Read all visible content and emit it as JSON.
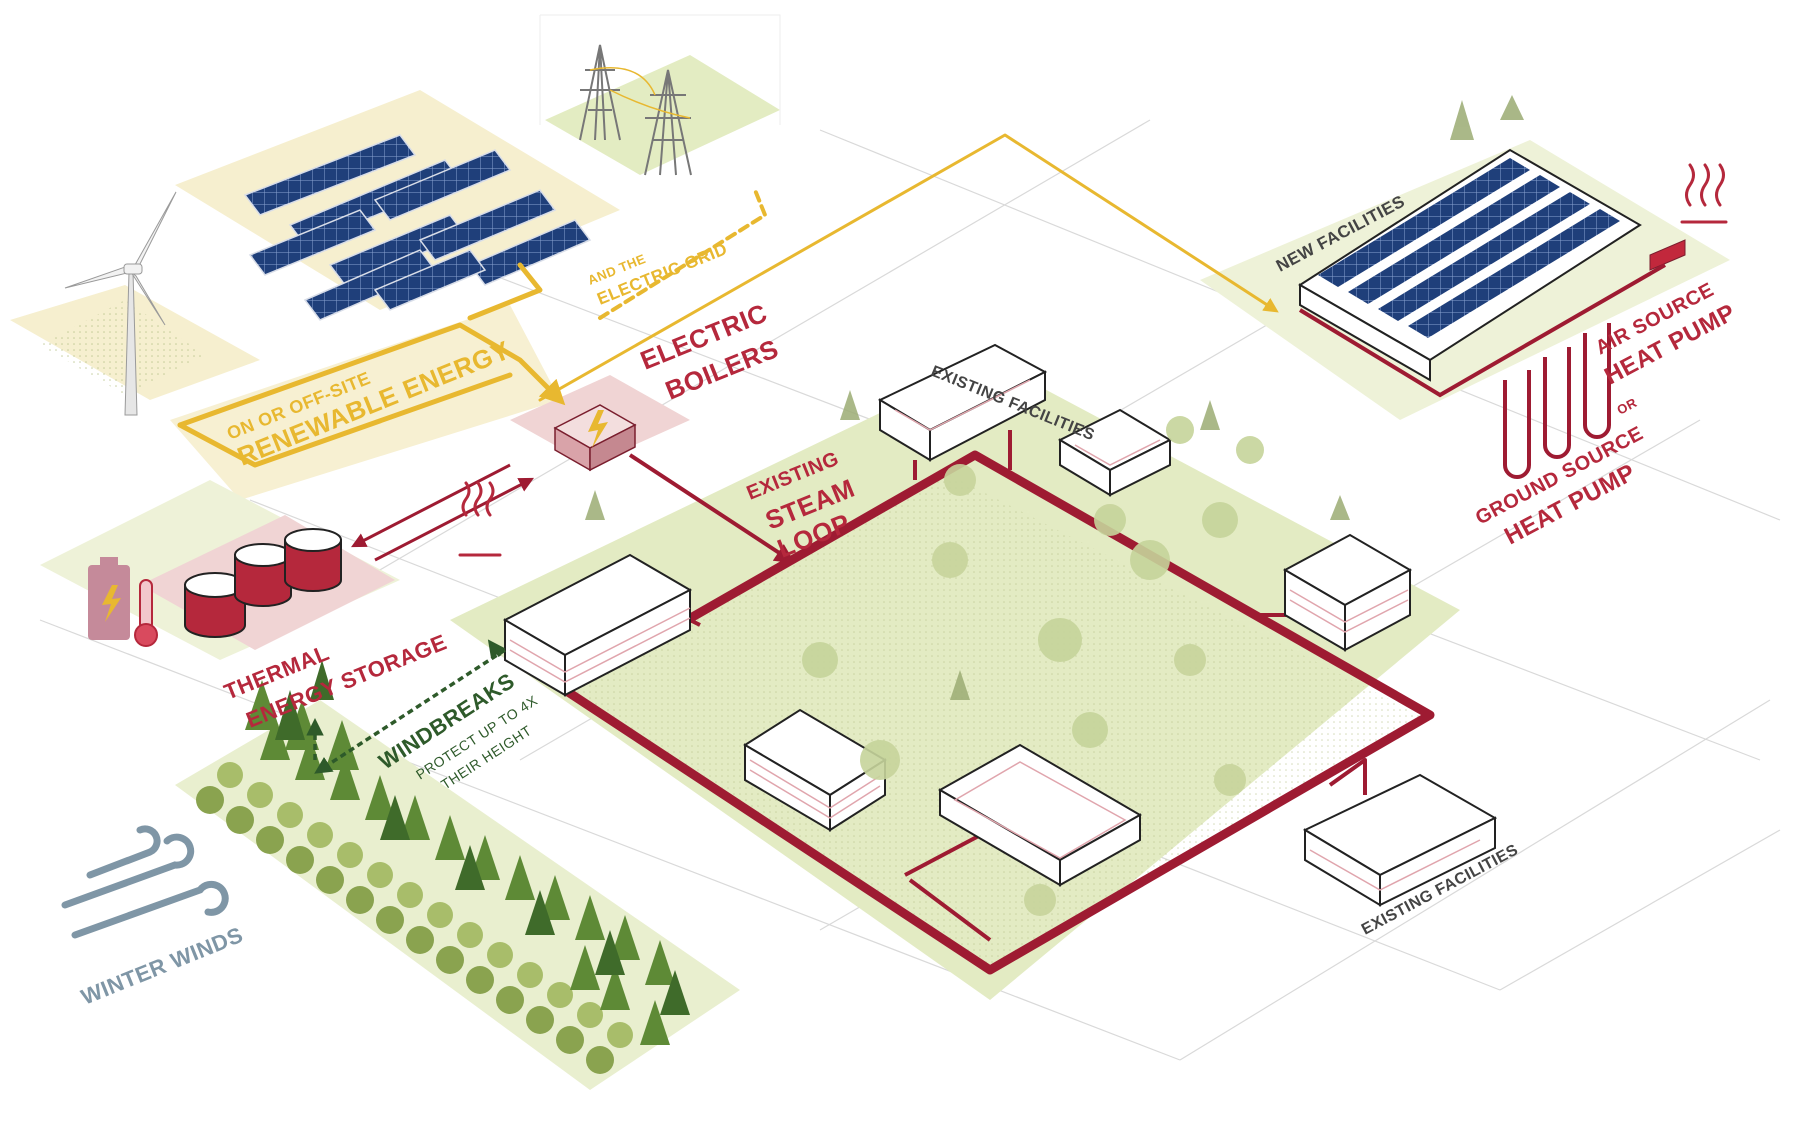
{
  "labels": {
    "renewable_line1": "ON OR OFF-SITE",
    "renewable_line2": "RENEWABLE ENERGY",
    "grid_line1": "AND THE",
    "grid_line2": "ELECTRIC GRID",
    "boilers_line1": "ELECTRIC",
    "boilers_line2": "BOILERS",
    "loop_line1": "EXISTING",
    "loop_line2": "STEAM",
    "loop_line3": "LOOP",
    "storage_line1": "THERMAL",
    "storage_line2": "ENERGY STORAGE",
    "windbreaks_title": "WINDBREAKS",
    "windbreaks_line1": "PROTECT UP TO 4X",
    "windbreaks_line2": "THEIR HEIGHT",
    "winter_winds": "WINTER WINDS",
    "existing_facilities_top": "EXISTING  FACILITIES",
    "existing_facilities_right": "EXISTING FACILITIES",
    "new_facilities": "NEW FACILITIES",
    "air_source_line1": "AIR SOURCE",
    "air_source_line2": "HEAT PUMP",
    "or": "OR",
    "ground_source_line1": "GROUND SOURCE",
    "ground_source_line2": "HEAT PUMP"
  },
  "icons": [
    "wind-turbine-icon",
    "solar-panel-icon",
    "transmission-tower-icon",
    "lightning-icon",
    "battery-icon",
    "thermometer-icon",
    "storage-tank-icon",
    "heat-waves-icon",
    "wind-gust-icon",
    "tree-icon",
    "heat-pump-icon"
  ],
  "colors": {
    "renewable": "#e8b830",
    "steam_loop": "#9e1b32",
    "heat": "#b5283c",
    "windbreak": "#2e5a2a",
    "wind": "#7f96a6",
    "ground": "#dfe8b8",
    "solar": "#1f3f7a"
  }
}
